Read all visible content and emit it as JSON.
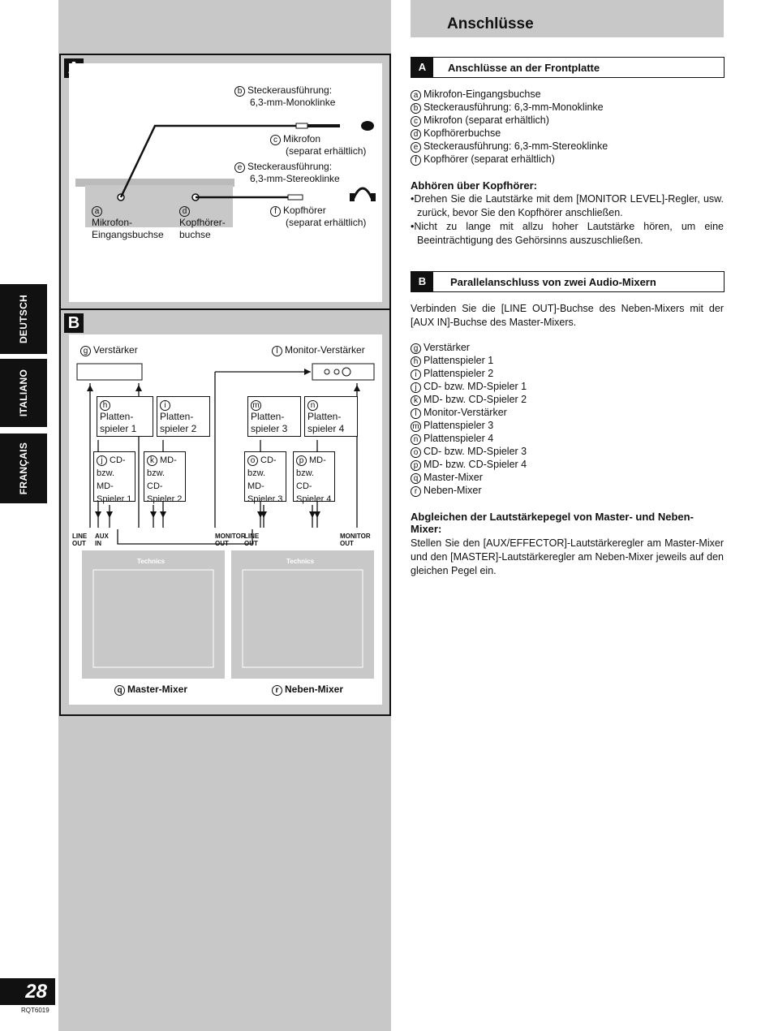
{
  "page": {
    "number": "28",
    "code": "RQT6019"
  },
  "sidebar": {
    "tabs": [
      "DEUTSCH",
      "ITALIANO",
      "FRANÇAIS"
    ]
  },
  "title": "Anschlüsse",
  "panel_a": {
    "letter": "A",
    "labels": {
      "b": {
        "mark": "b",
        "text1": "Steckerausführung:",
        "text2": "6,3-mm-Monoklinke"
      },
      "c": {
        "mark": "c",
        "text1": "Mikrofon",
        "text2": "(separat erhältlich)"
      },
      "e": {
        "mark": "e",
        "text1": "Steckerausführung:",
        "text2": "6,3-mm-Stereoklinke"
      },
      "a": {
        "mark": "a",
        "text1": "Mikrofon-",
        "text2": "Eingangsbuchse"
      },
      "d": {
        "mark": "d",
        "text1": "Kopfhörer-",
        "text2": "buchse"
      },
      "f": {
        "mark": "f",
        "text1": "Kopfhörer",
        "text2": "(separat erhältlich)"
      }
    }
  },
  "panel_b": {
    "letter": "B",
    "amp": {
      "mark": "g",
      "text": "Verstärker"
    },
    "monitor_amp": {
      "mark": "l",
      "text": "Monitor-Verstärker"
    },
    "boxes": [
      {
        "mark": "h",
        "line1": "Platten-",
        "line2": "spieler 1"
      },
      {
        "mark": "i",
        "line1": "Platten-",
        "line2": "spieler 2"
      },
      {
        "mark": "m",
        "line1": "Platten-",
        "line2": "spieler 3"
      },
      {
        "mark": "n",
        "line1": "Platten-",
        "line2": "spieler 4"
      }
    ],
    "small_boxes": [
      {
        "mark": "j",
        "line1": "CD-",
        "line2": "bzw. MD-",
        "line3": "Spieler 1"
      },
      {
        "mark": "k",
        "line1": "MD-",
        "line2": "bzw. CD-",
        "line3": "Spieler 2"
      },
      {
        "mark": "o",
        "line1": "CD-",
        "line2": "bzw. MD-",
        "line3": "Spieler 3"
      },
      {
        "mark": "p",
        "line1": "MD-",
        "line2": "bzw. CD-",
        "line3": "Spieler 4"
      }
    ],
    "ports": {
      "line_out_1": [
        "LINE",
        "OUT"
      ],
      "aux_in": [
        "AUX",
        "IN"
      ],
      "monitor_out_1": [
        "MONITOR",
        "OUT"
      ],
      "line_out_2": [
        "LINE",
        "OUT"
      ],
      "monitor_out_2": [
        "MONITOR",
        "OUT"
      ]
    },
    "brand": "Technics",
    "master": {
      "mark": "q",
      "text": "Master-Mixer"
    },
    "slave": {
      "mark": "r",
      "text": "Neben-Mixer"
    }
  },
  "section_a": {
    "letter": "A",
    "heading": "Anschlüsse an der Frontplatte",
    "items": [
      {
        "mark": "a",
        "text": "Mikrofon-Eingangsbuchse"
      },
      {
        "mark": "b",
        "text": "Steckerausführung: 6,3-mm-Monoklinke"
      },
      {
        "mark": "c",
        "text": "Mikrofon (separat erhältlich)"
      },
      {
        "mark": "d",
        "text": "Kopfhörerbuchse"
      },
      {
        "mark": "e",
        "text": "Steckerausführung: 6,3-mm-Stereoklinke"
      },
      {
        "mark": "f",
        "text": "Kopfhörer (separat erhältlich)"
      }
    ],
    "sub_heading": "Abhören über Kopfhörer:",
    "bullets": [
      "•Drehen Sie die Lautstärke mit dem [MONITOR LEVEL]-Regler, usw. zurück, bevor Sie den Kopfhörer anschließen.",
      "•Nicht zu lange mit allzu hoher Lautstärke hören, um eine Beeinträchtigung des Gehörsinns auszuschließen."
    ]
  },
  "section_b": {
    "letter": "B",
    "heading": "Parallelanschluss von zwei Audio-Mixern",
    "intro": "Verbinden Sie die [LINE OUT]-Buchse des Neben-Mixers mit der [AUX IN]-Buchse des Master-Mixers.",
    "items": [
      {
        "mark": "g",
        "text": "Verstärker"
      },
      {
        "mark": "h",
        "text": "Plattenspieler 1"
      },
      {
        "mark": "i",
        "text": "Plattenspieler 2"
      },
      {
        "mark": "j",
        "text": "CD- bzw. MD-Spieler 1"
      },
      {
        "mark": "k",
        "text": "MD- bzw. CD-Spieler 2"
      },
      {
        "mark": "l",
        "text": "Monitor-Verstärker"
      },
      {
        "mark": "m",
        "text": "Plattenspieler 3"
      },
      {
        "mark": "n",
        "text": "Plattenspieler 4"
      },
      {
        "mark": "o",
        "text": "CD- bzw. MD-Spieler 3"
      },
      {
        "mark": "p",
        "text": "MD- bzw. CD-Spieler 4"
      },
      {
        "mark": "q",
        "text": "Master-Mixer"
      },
      {
        "mark": "r",
        "text": "Neben-Mixer"
      }
    ],
    "sub_heading": "Abgleichen der Lautstärkepegel von Master- und Neben-Mixer:",
    "para": "Stellen Sie den [AUX/EFFECTOR]-Lautstärkeregler am Master-Mixer und den [MASTER]-Lautstärkeregler am Neben-Mixer jeweils auf den gleichen Pegel ein."
  }
}
